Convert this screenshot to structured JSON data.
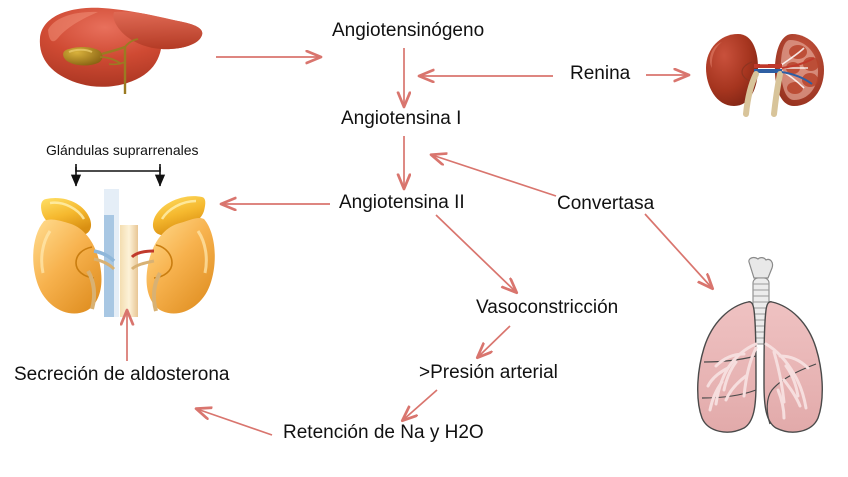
{
  "diagram": {
    "title": "Sistema renina-angiotensina-aldosterona",
    "language": "es",
    "background_color": "#ffffff",
    "arrow_color": "#d9756e",
    "bracket_color": "#111111",
    "text_color": "#111111"
  },
  "labels": {
    "angiotensinogeno": "Angiotensinógeno",
    "renina": "Renina",
    "angiotensina_1": "Angiotensina I",
    "angiotensina_2": "Angiotensina II",
    "convertasa": "Convertasa",
    "vasoconstriccion": "Vasoconstricción",
    "presion_arterial": ">Presión arterial",
    "retencion": "Retención de Na y H2O",
    "secrecion_aldosterona": "Secreción de aldosterona",
    "glandulas": "Glándulas suprarrenales"
  },
  "organs": {
    "liver": {
      "name": "liver-illustration",
      "color": "#c0392b"
    },
    "kidneys": {
      "name": "kidneys-illustration",
      "color": "#b03a2e"
    },
    "adrenal": {
      "name": "adrenal-glands-illustration",
      "color": "#f0b429"
    },
    "lungs": {
      "name": "lungs-illustration",
      "color": "#e8b6b6"
    }
  },
  "flow": [
    {
      "from": "liver",
      "to": "angiotensinogeno"
    },
    {
      "from": "renina",
      "to": "angiotensinogeno"
    },
    {
      "from": "renina",
      "to": "kidneys"
    },
    {
      "from": "angiotensinogeno",
      "to": "angiotensina_1"
    },
    {
      "from": "angiotensina_1",
      "to": "angiotensina_2"
    },
    {
      "from": "convertasa",
      "to": "angiotensina_1"
    },
    {
      "from": "convertasa",
      "to": "lungs"
    },
    {
      "from": "angiotensina_2",
      "to": "adrenal"
    },
    {
      "from": "angiotensina_2",
      "to": "vasoconstriccion"
    },
    {
      "from": "vasoconstriccion",
      "to": "presion_arterial"
    },
    {
      "from": "presion_arterial",
      "to": "retencion"
    },
    {
      "from": "retencion",
      "to": "secrecion_aldosterona"
    },
    {
      "from": "secrecion_aldosterona",
      "to": "adrenal"
    }
  ]
}
